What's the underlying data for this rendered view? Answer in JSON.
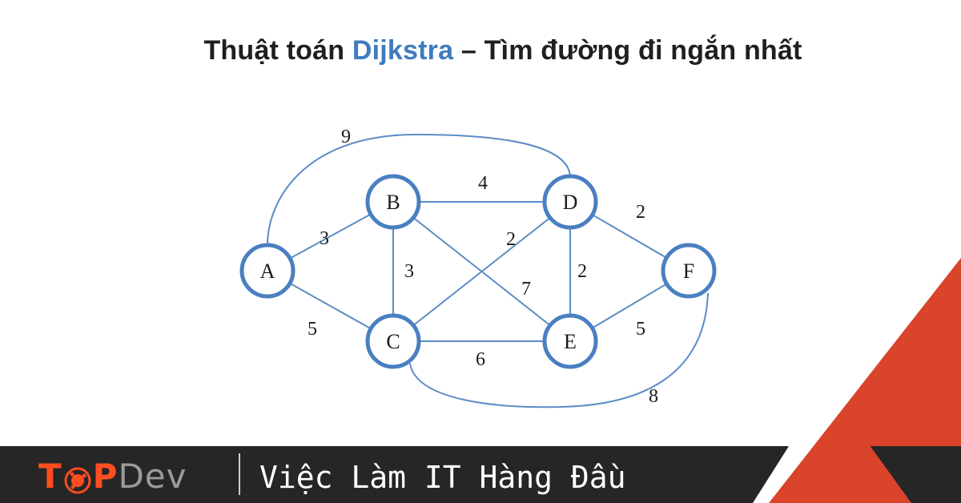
{
  "title": {
    "prefix": "Thuật toán ",
    "highlight": "Dijkstra",
    "suffix": " – Tìm đường đi ngắn nhất"
  },
  "graph": {
    "nodes": [
      {
        "id": "A",
        "label": "A"
      },
      {
        "id": "B",
        "label": "B"
      },
      {
        "id": "C",
        "label": "C"
      },
      {
        "id": "D",
        "label": "D"
      },
      {
        "id": "E",
        "label": "E"
      },
      {
        "id": "F",
        "label": "F"
      }
    ],
    "edges": [
      {
        "from": "A",
        "to": "B",
        "weight": "3"
      },
      {
        "from": "A",
        "to": "C",
        "weight": "5"
      },
      {
        "from": "A",
        "to": "D",
        "weight": "9"
      },
      {
        "from": "B",
        "to": "D",
        "weight": "4"
      },
      {
        "from": "B",
        "to": "C",
        "weight": "3"
      },
      {
        "from": "B",
        "to": "E",
        "weight": "7"
      },
      {
        "from": "C",
        "to": "D",
        "weight": "2"
      },
      {
        "from": "D",
        "to": "E",
        "weight": "2"
      },
      {
        "from": "D",
        "to": "F",
        "weight": "2"
      },
      {
        "from": "C",
        "to": "E",
        "weight": "6"
      },
      {
        "from": "E",
        "to": "F",
        "weight": "5"
      },
      {
        "from": "C",
        "to": "F",
        "weight": "8"
      }
    ]
  },
  "footer": {
    "brand_t": "T",
    "brand_p": "P",
    "brand_dev": "Dev",
    "tagline": "Việc Làm IT Hàng Đầu"
  },
  "colors": {
    "accent": "#3f7bbf",
    "node_stroke": "#4a7fc1",
    "edge": "#5b8cc6",
    "footer_bg": "#262626",
    "brand_orange": "#ff4d1f",
    "deco_red": "#d9442b"
  },
  "icons": [
    "globe-network-icon"
  ]
}
